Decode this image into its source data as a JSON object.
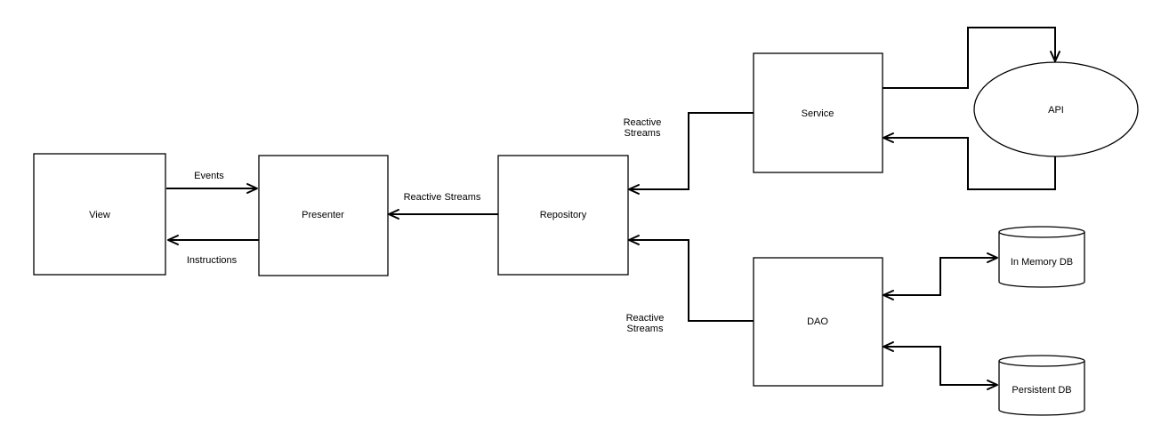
{
  "nodes": {
    "view": "View",
    "presenter": "Presenter",
    "repository": "Repository",
    "service": "Service",
    "api": "API",
    "dao": "DAO",
    "in_memory_db": "In Memory DB",
    "persistent_db": "Persistent DB"
  },
  "edge_labels": {
    "events": "Events",
    "instructions": "Instructions",
    "repo_to_presenter": "Reactive Streams",
    "service_to_repo_line1": "Reactive",
    "service_to_repo_line2": "Streams",
    "dao_to_repo_line1": "Reactive",
    "dao_to_repo_line2": "Streams"
  }
}
